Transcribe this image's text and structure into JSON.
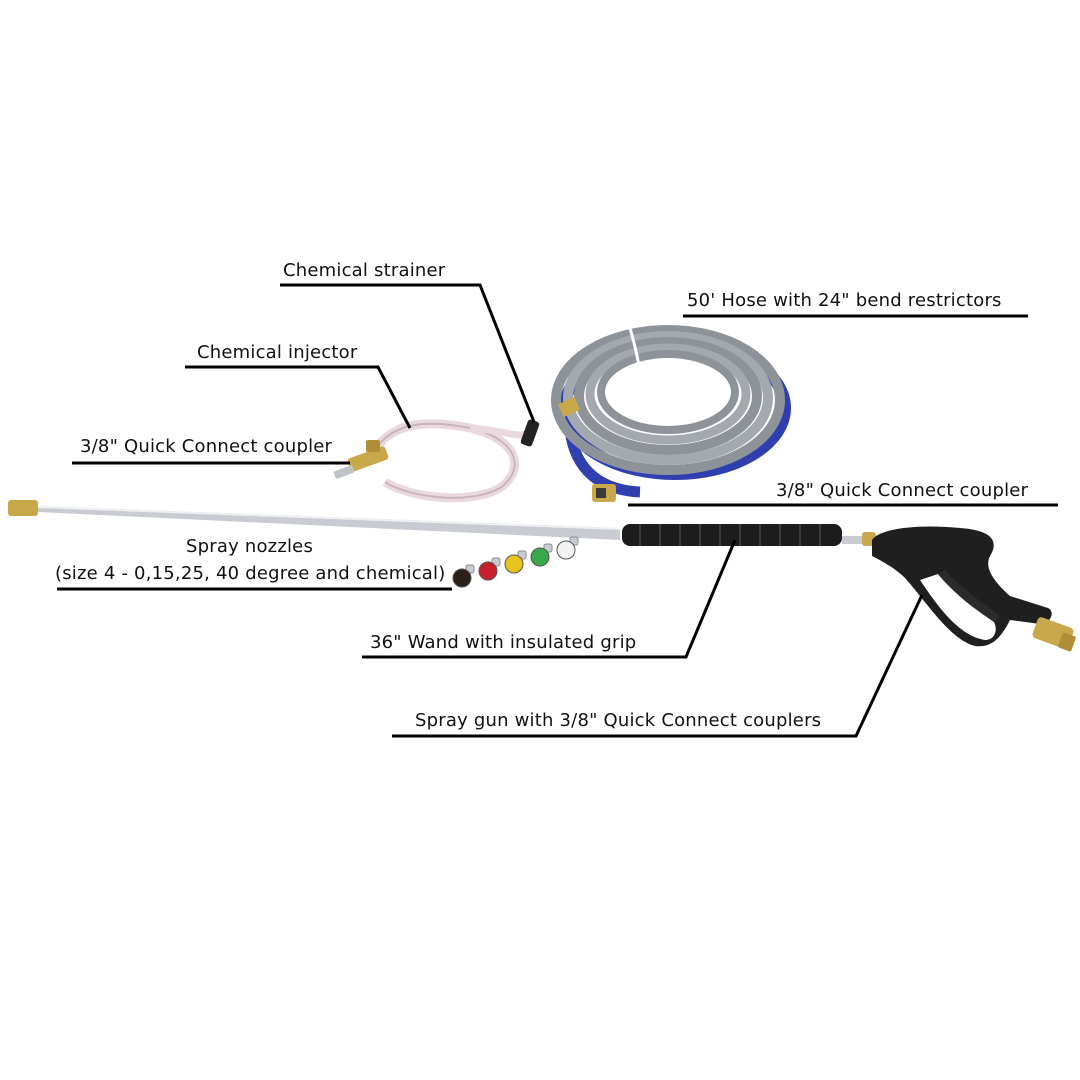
{
  "labels": {
    "chemical_strainer": "Chemical strainer",
    "hose": "50' Hose with 24\" bend restrictors",
    "chemical_injector": "Chemical injector",
    "coupler_left": "3/8\" Quick Connect coupler",
    "coupler_right": "3/8\" Quick Connect coupler",
    "spray_nozzles_line1": "Spray nozzles",
    "spray_nozzles_line2": "(size 4 - 0,15,25, 40 degree and chemical)",
    "wand": "36\" Wand with insulated grip",
    "spray_gun": "Spray gun with 3/8\" Quick Connect couplers"
  },
  "colors": {
    "background": "#ffffff",
    "text": "#111111",
    "leader_line": "#000000",
    "hose_gray": "#9aa0a6",
    "hose_blue": "#2f3fb0",
    "brass": "#c9a84a",
    "wand_steel": "#c8ccd2",
    "grip_black": "#1c1c1c",
    "injector_tube": "#e9d9de",
    "nozzle_colors": [
      "#2b1f18",
      "#c8202a",
      "#e8c21e",
      "#38a84a",
      "#f2f2f2"
    ]
  },
  "icons": [
    "hose-coil-icon",
    "chemical-injector-icon",
    "wand-icon",
    "spray-gun-icon",
    "nozzle-icon"
  ]
}
